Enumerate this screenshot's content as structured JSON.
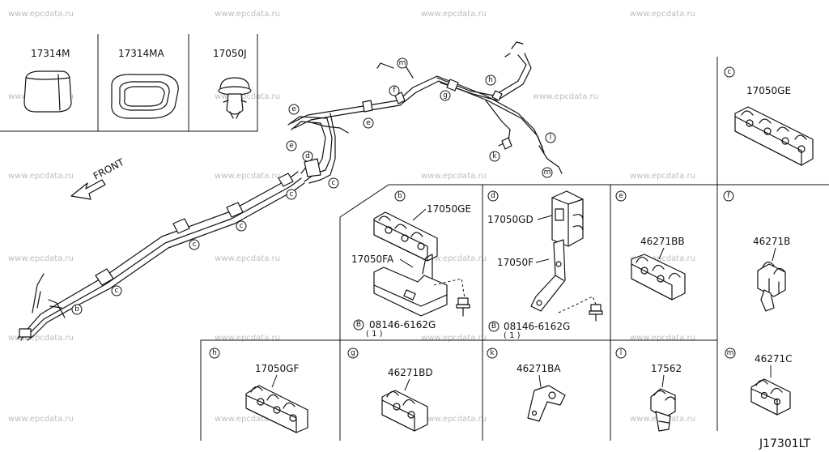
{
  "watermark": "www.epcdata.ru",
  "diagram_code": "J17301LT",
  "front_label": "FRONT",
  "top_parts": [
    {
      "part_no": "17314M",
      "icon": "cap-icon"
    },
    {
      "part_no": "17314MA",
      "icon": "grommet-icon"
    },
    {
      "part_no": "17050J",
      "icon": "clip-icon"
    }
  ],
  "callout_letters": [
    "b",
    "c",
    "d",
    "e",
    "f",
    "g",
    "h",
    "k",
    "l",
    "m"
  ],
  "detail_panels": [
    {
      "letter": "c",
      "parts": [
        "17050GE"
      ]
    },
    {
      "letter": "b",
      "parts": [
        "17050GE",
        "17050FA"
      ],
      "bolt": "08146-6162G",
      "qty": "( 1 )",
      "bolt_mark": "B"
    },
    {
      "letter": "d",
      "parts": [
        "17050GD",
        "17050F"
      ],
      "bolt": "08146-6162G",
      "qty": "( 1 )",
      "bolt_mark": "B"
    },
    {
      "letter": "e",
      "parts": [
        "46271BB"
      ]
    },
    {
      "letter": "f",
      "parts": [
        "46271B"
      ]
    },
    {
      "letter": "h",
      "parts": [
        "17050GF"
      ]
    },
    {
      "letter": "g",
      "parts": [
        "46271BD"
      ]
    },
    {
      "letter": "k",
      "parts": [
        "46271BA"
      ]
    },
    {
      "letter": "l",
      "parts": [
        "17562"
      ]
    },
    {
      "letter": "m",
      "parts": [
        "46271C"
      ]
    }
  ]
}
